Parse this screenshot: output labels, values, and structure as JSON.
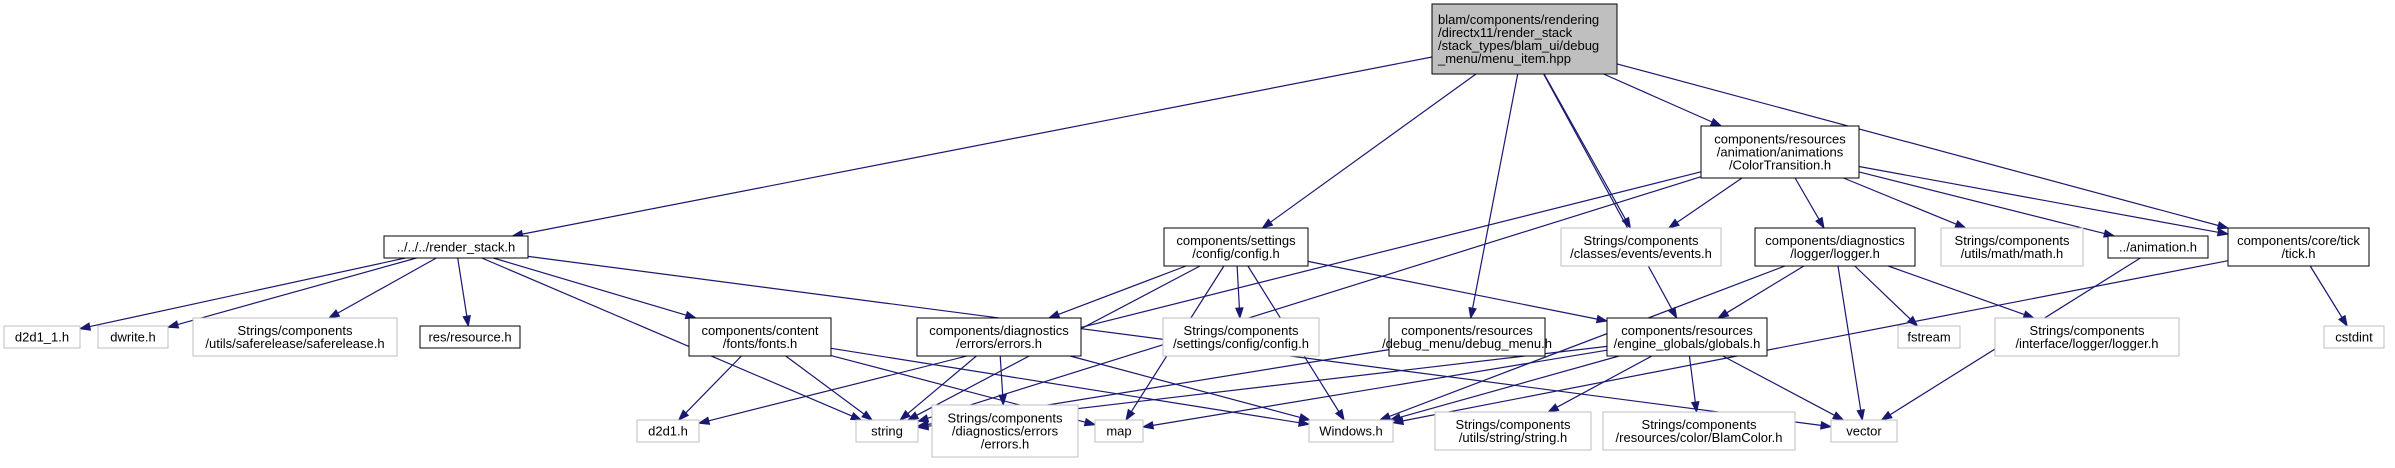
{
  "diagram": {
    "type": "include-dependency-graph",
    "colors": {
      "edge": "#191970",
      "root_fill": "#bfbfbf",
      "node_border": "#000000",
      "external_border": "#bfbfbf",
      "background": "#ffffff"
    },
    "nodes": [
      {
        "id": "menu_item",
        "kind": "root",
        "lines": [
          "blam/components/rendering",
          "/directx11/render_stack",
          "/stack_types/blam_ui/debug",
          "_menu/menu_item.hpp"
        ]
      },
      {
        "id": "render_stack",
        "kind": "linked",
        "lines": [
          "../../../render_stack.h"
        ]
      },
      {
        "id": "config",
        "kind": "linked",
        "lines": [
          "components/settings",
          "/config/config.h"
        ]
      },
      {
        "id": "colortransition",
        "kind": "linked",
        "lines": [
          "components/resources",
          "/animation/animations",
          "/ColorTransition.h"
        ]
      },
      {
        "id": "events",
        "kind": "external",
        "lines": [
          "Strings/components",
          "/classes/events/events.h"
        ]
      },
      {
        "id": "logger",
        "kind": "linked",
        "lines": [
          "components/diagnostics",
          "/logger/logger.h"
        ]
      },
      {
        "id": "math",
        "kind": "external",
        "lines": [
          "Strings/components",
          "/utils/math/math.h"
        ]
      },
      {
        "id": "animation",
        "kind": "linked",
        "lines": [
          "../animation.h"
        ]
      },
      {
        "id": "tick",
        "kind": "linked",
        "lines": [
          "components/core/tick",
          "/tick.h"
        ]
      },
      {
        "id": "d2d1_1",
        "kind": "external",
        "lines": [
          "d2d1_1.h"
        ]
      },
      {
        "id": "dwrite",
        "kind": "external",
        "lines": [
          "dwrite.h"
        ]
      },
      {
        "id": "saferelease",
        "kind": "external",
        "lines": [
          "Strings/components",
          "/utils/saferelease/saferelease.h"
        ]
      },
      {
        "id": "resource",
        "kind": "linked",
        "lines": [
          "res/resource.h"
        ]
      },
      {
        "id": "fonts",
        "kind": "linked",
        "lines": [
          "components/content",
          "/fonts/fonts.h"
        ]
      },
      {
        "id": "errors",
        "kind": "linked",
        "lines": [
          "components/diagnostics",
          "/errors/errors.h"
        ]
      },
      {
        "id": "configext",
        "kind": "external",
        "lines": [
          "Strings/components",
          "/settings/config/config.h"
        ]
      },
      {
        "id": "debug_menu",
        "kind": "linked",
        "lines": [
          "components/resources",
          "/debug_menu/debug_menu.h"
        ]
      },
      {
        "id": "globals",
        "kind": "linked",
        "lines": [
          "components/resources",
          "/engine_globals/globals.h"
        ]
      },
      {
        "id": "fstream",
        "kind": "external",
        "lines": [
          "fstream"
        ]
      },
      {
        "id": "loggerext",
        "kind": "external",
        "lines": [
          "Strings/components",
          "/interface/logger/logger.h"
        ]
      },
      {
        "id": "cstdint",
        "kind": "external",
        "lines": [
          "cstdint"
        ]
      },
      {
        "id": "d2d1",
        "kind": "external",
        "lines": [
          "d2d1.h"
        ]
      },
      {
        "id": "string",
        "kind": "external",
        "lines": [
          "string"
        ]
      },
      {
        "id": "errorsext",
        "kind": "external",
        "lines": [
          "Strings/components",
          "/diagnostics/errors",
          "/errors.h"
        ]
      },
      {
        "id": "map",
        "kind": "external",
        "lines": [
          "map"
        ]
      },
      {
        "id": "windows",
        "kind": "external",
        "lines": [
          "Windows.h"
        ]
      },
      {
        "id": "stringext",
        "kind": "external",
        "lines": [
          "Strings/components",
          "/utils/string/string.h"
        ]
      },
      {
        "id": "blamcolor",
        "kind": "external",
        "lines": [
          "Strings/components",
          "/resources/color/BlamColor.h"
        ]
      },
      {
        "id": "vector",
        "kind": "external",
        "lines": [
          "vector"
        ]
      }
    ],
    "edges": [
      [
        "menu_item",
        "render_stack"
      ],
      [
        "menu_item",
        "config"
      ],
      [
        "menu_item",
        "colortransition"
      ],
      [
        "menu_item",
        "events"
      ],
      [
        "menu_item",
        "tick"
      ],
      [
        "menu_item",
        "debug_menu"
      ],
      [
        "menu_item",
        "globals"
      ],
      [
        "render_stack",
        "d2d1_1"
      ],
      [
        "render_stack",
        "dwrite"
      ],
      [
        "render_stack",
        "saferelease"
      ],
      [
        "render_stack",
        "resource"
      ],
      [
        "render_stack",
        "fonts"
      ],
      [
        "render_stack",
        "string"
      ],
      [
        "render_stack",
        "vector"
      ],
      [
        "config",
        "string"
      ],
      [
        "config",
        "errors"
      ],
      [
        "config",
        "configext"
      ],
      [
        "config",
        "map"
      ],
      [
        "config",
        "windows"
      ],
      [
        "config",
        "globals"
      ],
      [
        "colortransition",
        "d2d1"
      ],
      [
        "colortransition",
        "string"
      ],
      [
        "colortransition",
        "events"
      ],
      [
        "colortransition",
        "logger"
      ],
      [
        "colortransition",
        "math"
      ],
      [
        "colortransition",
        "animation"
      ],
      [
        "colortransition",
        "tick"
      ],
      [
        "logger",
        "globals"
      ],
      [
        "logger",
        "fstream"
      ],
      [
        "logger",
        "loggerext"
      ],
      [
        "logger",
        "windows"
      ],
      [
        "logger",
        "vector"
      ],
      [
        "animation",
        "vector"
      ],
      [
        "tick",
        "cstdint"
      ],
      [
        "tick",
        "windows"
      ],
      [
        "fonts",
        "d2d1"
      ],
      [
        "fonts",
        "string"
      ],
      [
        "fonts",
        "map"
      ],
      [
        "fonts",
        "windows"
      ],
      [
        "errors",
        "string"
      ],
      [
        "errors",
        "errorsext"
      ],
      [
        "errors",
        "windows"
      ],
      [
        "debug_menu",
        "string"
      ],
      [
        "globals",
        "string"
      ],
      [
        "globals",
        "map"
      ],
      [
        "globals",
        "windows"
      ],
      [
        "globals",
        "stringext"
      ],
      [
        "globals",
        "blamcolor"
      ],
      [
        "globals",
        "vector"
      ]
    ]
  }
}
